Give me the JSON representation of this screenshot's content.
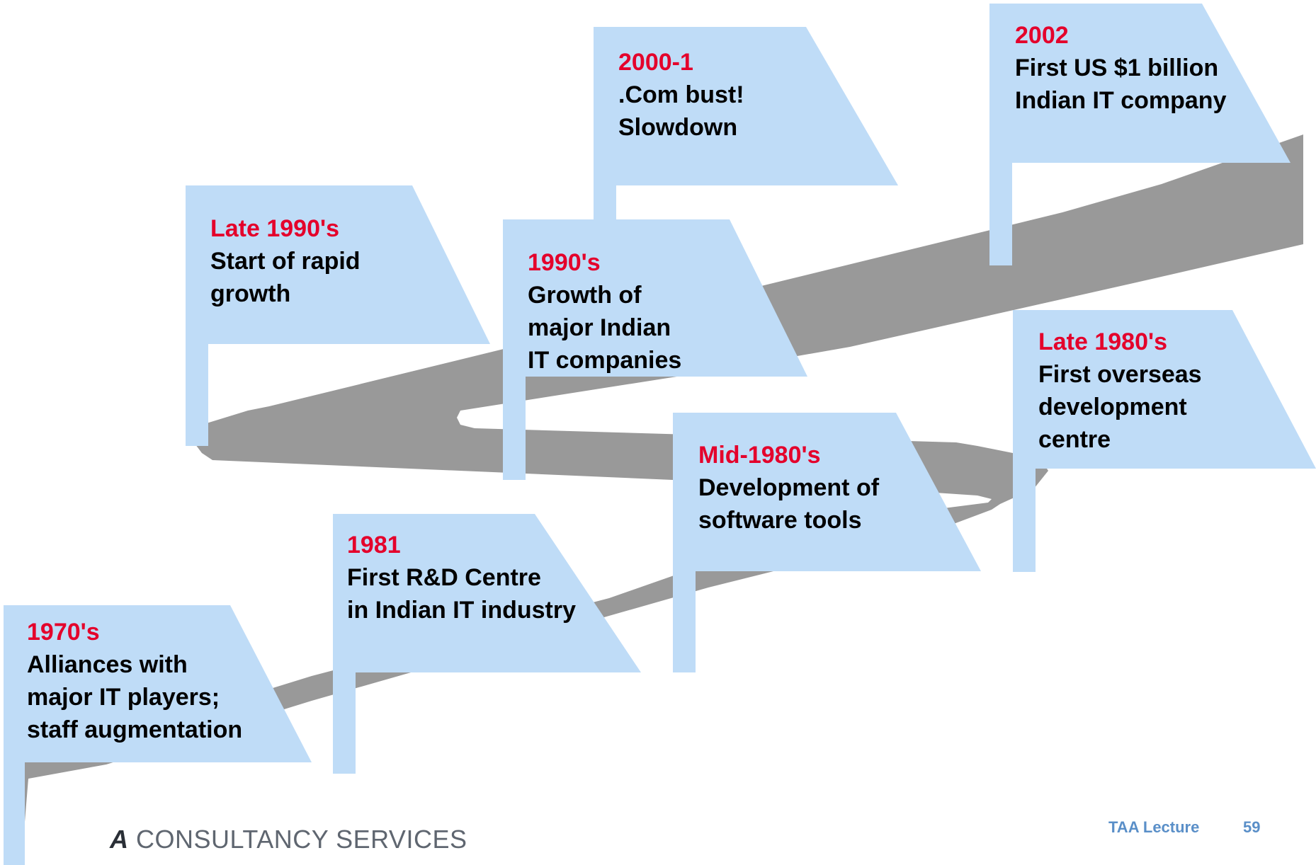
{
  "milestones": [
    {
      "year": "1970's",
      "lines": [
        "Alliances with",
        "major IT players;",
        "staff augmentation"
      ]
    },
    {
      "year": "1981",
      "lines": [
        "First R&D Centre",
        "in Indian IT industry"
      ]
    },
    {
      "year": "Mid-1980's",
      "lines": [
        "Development of",
        "software tools"
      ]
    },
    {
      "year": "Late 1980's",
      "lines": [
        "First overseas",
        "development",
        "centre"
      ]
    },
    {
      "year": "1990's",
      "lines": [
        "Growth of",
        "major Indian",
        "IT companies"
      ]
    },
    {
      "year": "Late 1990's",
      "lines": [
        "Start of rapid",
        "growth"
      ]
    },
    {
      "year": "2000-1",
      "lines": [
        ".Com bust!",
        "Slowdown"
      ]
    },
    {
      "year": "2002",
      "lines": [
        "First US $1 billion",
        "Indian IT company"
      ]
    }
  ],
  "footer": {
    "logo_partial": "A",
    "logo_text": "CONSULTANCY SERVICES",
    "lecture": "TAA Lecture",
    "page_number": "59"
  },
  "colors": {
    "road": "#999999",
    "flag": "#bfdcf7",
    "year_text": "#e4002b",
    "body_text": "#000000",
    "footer_text": "#5a8fc8"
  }
}
